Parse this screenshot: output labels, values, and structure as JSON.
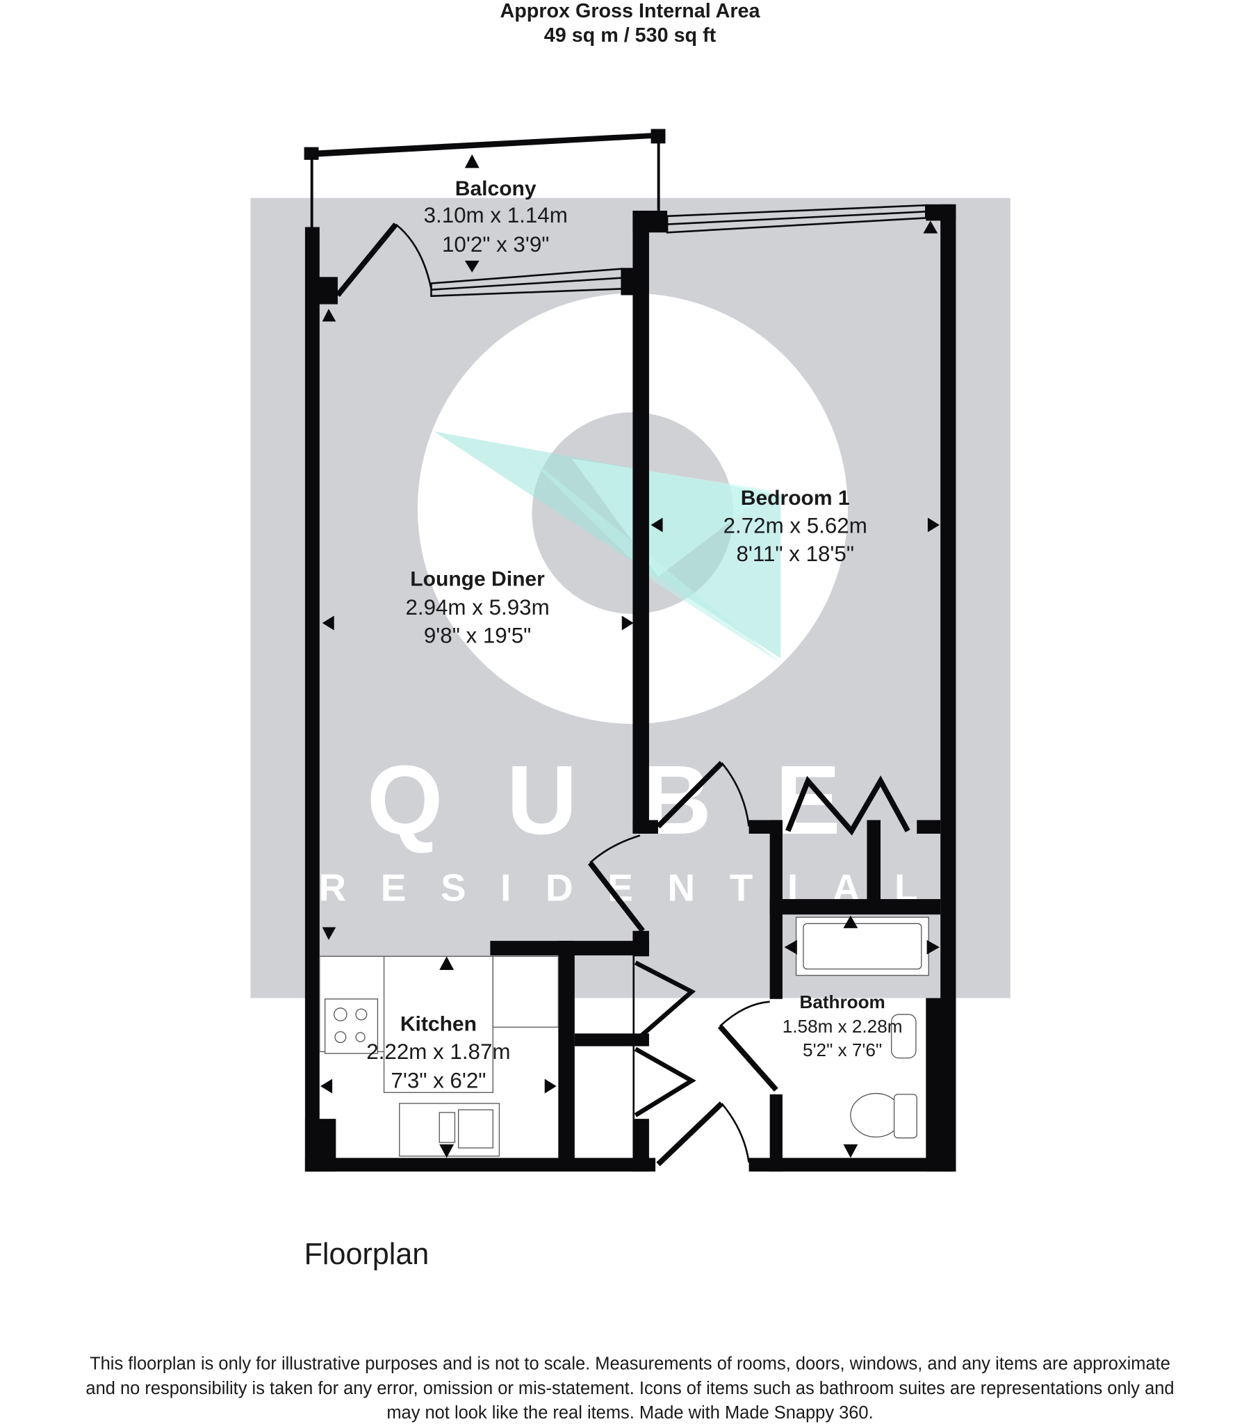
{
  "header": {
    "title": "Approx Gross Internal Area",
    "area": "49 sq m / 530 sq ft"
  },
  "rooms": [
    {
      "name": "Balcony",
      "metric": "3.10m x 1.14m",
      "imperial": "10'2\" x 3'9\""
    },
    {
      "name": "Bedroom 1",
      "metric": "2.72m x 5.62m",
      "imperial": "8'11\" x 18'5\""
    },
    {
      "name": "Lounge Diner",
      "metric": "2.94m x 5.93m",
      "imperial": "9'8\" x 19'5\""
    },
    {
      "name": "Kitchen",
      "metric": "2.22m x 1.87m",
      "imperial": "7'3\" x 6'2\""
    },
    {
      "name": "Bathroom",
      "metric": "1.58m x 2.28m",
      "imperial": "5'2\" x 7'6\""
    }
  ],
  "watermark": {
    "brand": "QUBE",
    "sub": "RESIDENTIAL"
  },
  "floor_label": "Floorplan",
  "disclaimer": [
    "This floorplan is only for illustrative purposes and is not to scale. Measurements of rooms, doors, windows, and any items are approximate",
    "and no responsibility is taken for any error, omission or mis-statement. Icons of items such as bathroom suites are representations only and",
    "may not look like the real items. Made with Made Snappy 360."
  ],
  "colors": {
    "watermark_bg": "#d0d1d5",
    "wall": "#0a0a0c",
    "teal": "#9fe3dc"
  }
}
